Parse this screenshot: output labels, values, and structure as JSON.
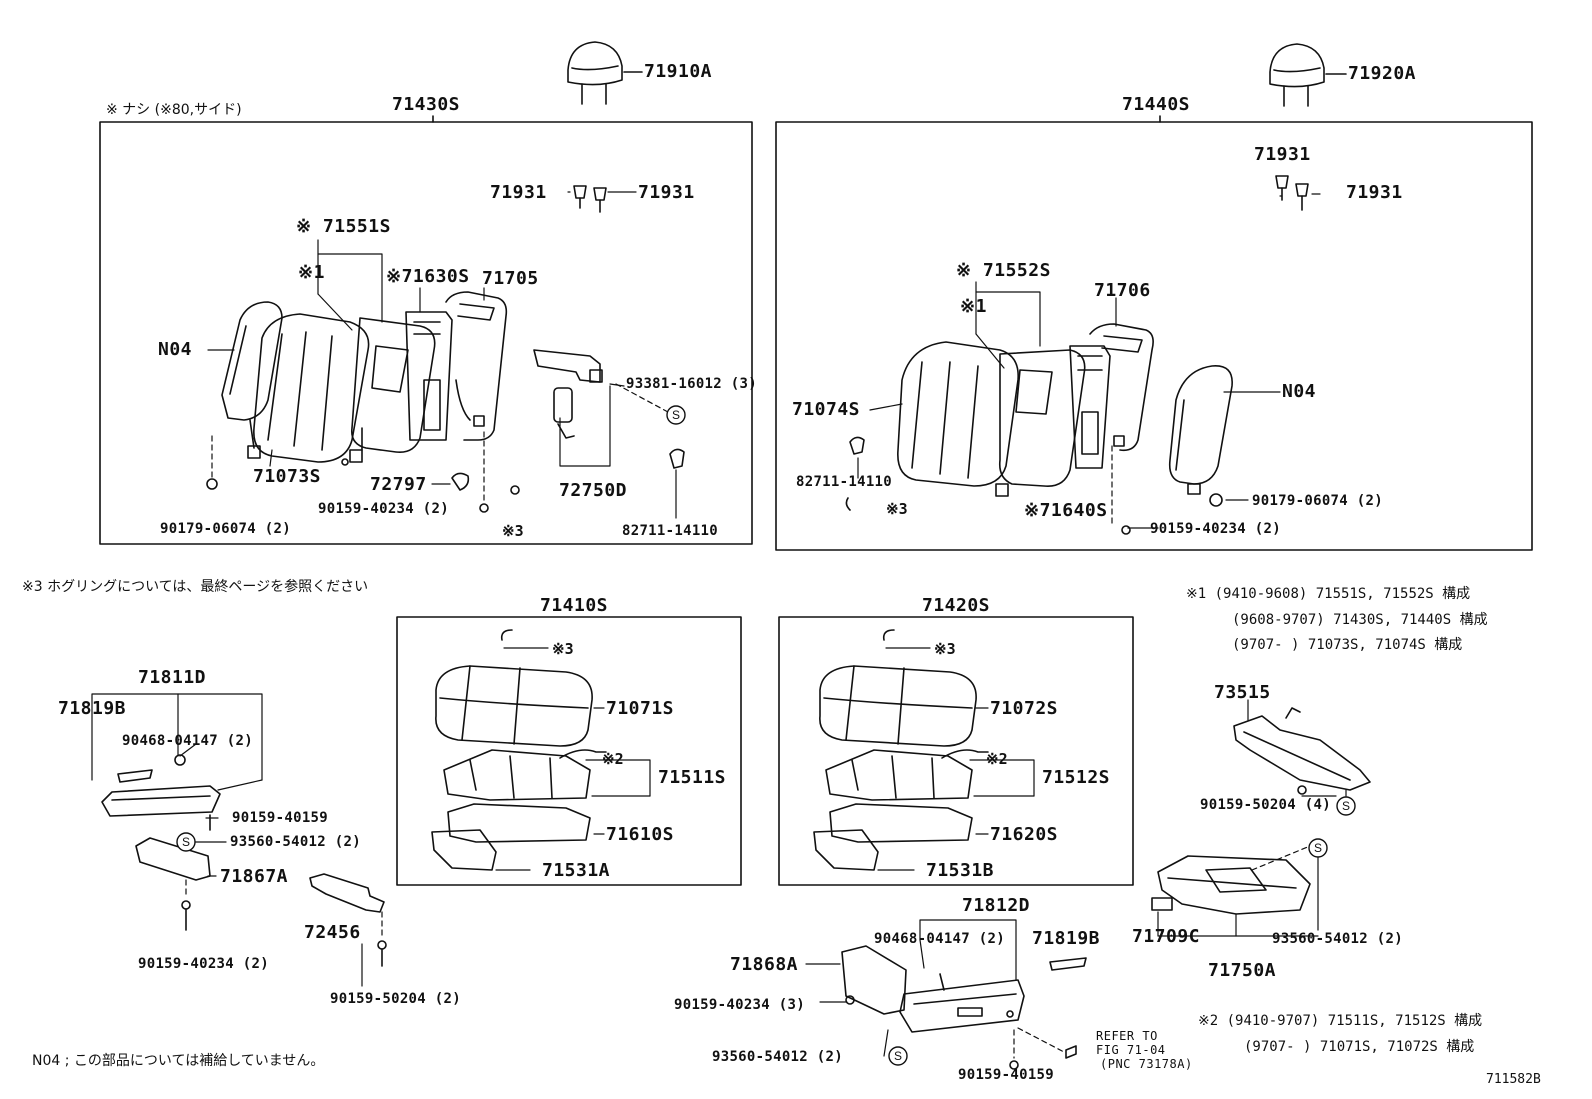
{
  "labels": {
    "p71910A": "71910A",
    "p71920A": "71920A",
    "p71430S": "71430S",
    "p71440S": "71440S",
    "nashi_note": "※ ナシ (※80,サイド)",
    "left_71931_a": "71931",
    "left_71931_b": "71931",
    "left_71551S": "※ 71551S",
    "left_k1": "※1",
    "left_71630S": "※71630S",
    "left_71705": "71705",
    "left_N04": "N04",
    "left_71073S": "71073S",
    "left_72797": "72797",
    "left_93381": "93381-16012 (3)",
    "left_72750D": "72750D",
    "left_90159_40234": "90159-40234 (2)",
    "left_90179": "90179-06074 (2)",
    "left_k3": "※3",
    "left_82711": "82711-14110",
    "right_71931_a": "71931",
    "right_71931_b": "71931",
    "right_71552S": "※ 71552S",
    "right_k1": "※1",
    "right_71706": "71706",
    "right_71074S": "71074S",
    "right_N04": "N04",
    "right_82711": "82711-14110",
    "right_k3": "※3",
    "right_71640S": "※71640S",
    "right_90179": "90179-06074 (2)",
    "right_90159_40234": "90159-40234 (2)",
    "hog_note": "※3 ホグリングについては、最終ページを参照ください",
    "p71410S": "71410S",
    "p71420S": "71420S",
    "c_k3_a": "※3",
    "c_71071S": "71071S",
    "c_k2_a": "※2",
    "c_71511S": "71511S",
    "c_71610S": "71610S",
    "c_71531A": "71531A",
    "c_k3_b": "※3",
    "c_71072S": "71072S",
    "c_k2_b": "※2",
    "c_71512S": "71512S",
    "c_71620S": "71620S",
    "c_71531B": "71531B",
    "bl_71811D": "71811D",
    "bl_71819B": "71819B",
    "bl_90468": "90468-04147 (2)",
    "bl_90159_40159": "90159-40159",
    "bl_93560": "93560-54012 (2)",
    "bl_71867A": "71867A",
    "bl_72456": "72456",
    "bl_90159_40234": "90159-40234 (2)",
    "bl_90159_50204": "90159-50204 (2)",
    "n04_note": "N04 ; この部品については補給していません。",
    "br_71812D": "71812D",
    "br_90468": "90468-04147 (2)",
    "br_71819B": "71819B",
    "br_71868A": "71868A",
    "br_90159_40234": "90159-40234 (3)",
    "br_93560": "93560-54012 (2)",
    "br_90159_40159": "90159-40159",
    "refer_1": "REFER TO",
    "refer_2": "FIG 71-04",
    "refer_3": "(PNC 73178A)",
    "r_73515": "73515",
    "r_90159_50204": "90159-50204 (4)",
    "r_71709C": "71709C",
    "r_71750A": "71750A",
    "r_93560": "93560-54012 (2)",
    "table1_r1": "※1 (9410-9608) 71551S, 71552S 構成",
    "table1_r2": "(9608-9707) 71430S, 71440S 構成",
    "table1_r3": "(9707-      ) 71073S, 71074S 構成",
    "table2_r1": "※2 (9410-9707) 71511S, 71512S 構成",
    "table2_r2": "(9707-      ) 71071S, 71072S 構成",
    "drawing_code": "711582B"
  }
}
